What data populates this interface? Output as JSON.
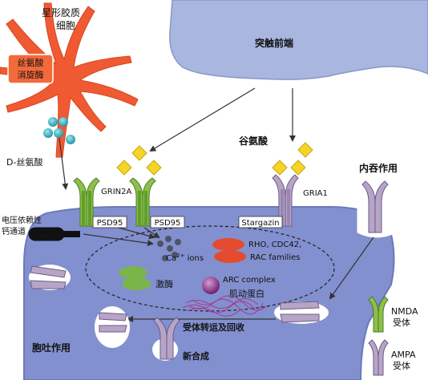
{
  "labels": {
    "astrocyte": [
      "星形胶质",
      "细胞"
    ],
    "serine_racemase": [
      "丝氨酸",
      "消旋酶"
    ],
    "d_serine": "D-丝氨酸",
    "presynaptic": "突触前端",
    "glutamate": "谷氨酸",
    "endocytosis": "内吞作用",
    "grin2a": "GRIN2A",
    "gria1": "GRIA1",
    "vdcc_desc": [
      "电压依赖性",
      "钙通道"
    ],
    "vdcc": "VDCC",
    "psd95_1": "PSD95",
    "psd95_2": "PSD95",
    "stargazin": "Stargazin",
    "ca_ions_prefix": "Ca",
    "ca_ions_sup": "2+",
    "ca_ions_suffix": " ions",
    "rho_cdc42": "RHO, CDC42,",
    "rac_families": "RAC families",
    "kinase": "激酶",
    "arc_complex": "ARC complex",
    "actin": "肌动蛋白",
    "receptor_trafficking": "受体转运及回收",
    "exocytosis": "胞吐作用",
    "synthesis": "新合成",
    "nmda_legend": [
      "NMDA",
      "受体"
    ],
    "ampa_legend": [
      "AMPA",
      "受体"
    ]
  },
  "colors": {
    "astrocyte": "#f05a32",
    "presynaptic": "#a9b6df",
    "postsynaptic": "#8290cf",
    "nmda": "#8cc04a",
    "ampa": "#b7a5c8",
    "glutamate": "#f5d327",
    "d_serine": "#3bb3c3",
    "ca": "#4c5466",
    "red_oval": "#e34b2e",
    "green_oval": "#7ab54a",
    "arc": "#8a2f8b"
  }
}
